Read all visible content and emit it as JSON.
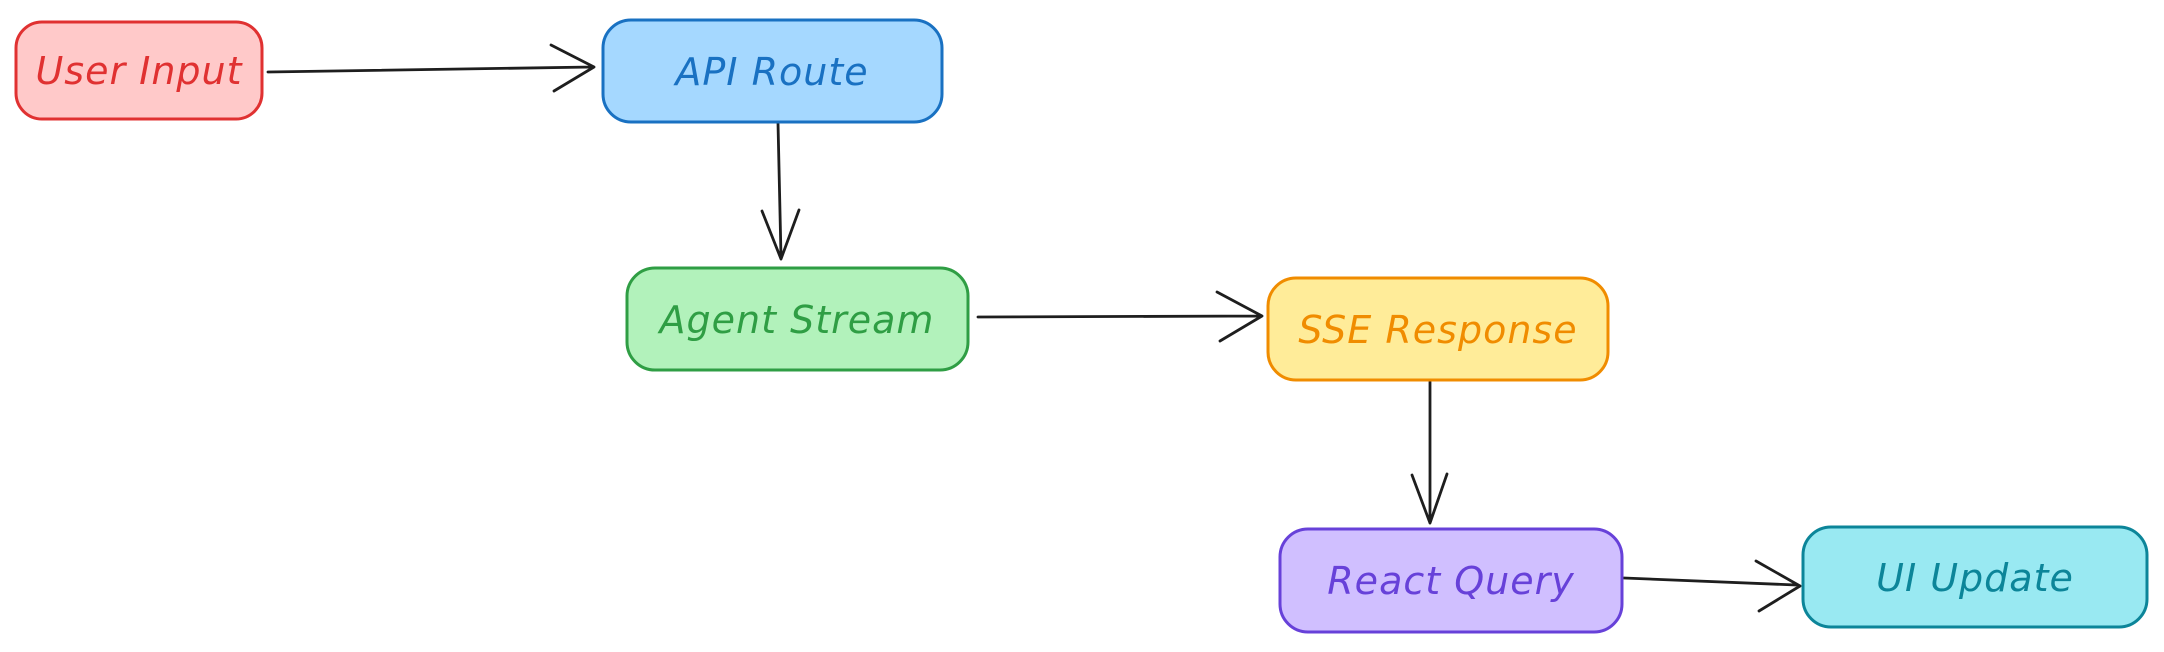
{
  "diagram": {
    "background": "#ffffff",
    "arrow_color": "#1e1e1e",
    "nodes": [
      {
        "id": "user-input",
        "label": "User Input",
        "fill": "#ffc9c9",
        "stroke": "#e03131",
        "text_color": "#e03131"
      },
      {
        "id": "api-route",
        "label": "API Route",
        "fill": "#a5d8ff",
        "stroke": "#1971c2",
        "text_color": "#1971c2"
      },
      {
        "id": "agent-stream",
        "label": "Agent Stream",
        "fill": "#b2f2bb",
        "stroke": "#2f9e44",
        "text_color": "#2f9e44"
      },
      {
        "id": "sse-response",
        "label": "SSE Response",
        "fill": "#ffec99",
        "stroke": "#f08c00",
        "text_color": "#f08c00"
      },
      {
        "id": "react-query",
        "label": "React Query",
        "fill": "#d0bfff",
        "stroke": "#6741d9",
        "text_color": "#6741d9"
      },
      {
        "id": "ui-update",
        "label": "UI Update",
        "fill": "#99e9f2",
        "stroke": "#0c8599",
        "text_color": "#0c8599"
      }
    ],
    "edges": [
      {
        "from": "User Input",
        "to": "API Route",
        "direction": "right"
      },
      {
        "from": "API Route",
        "to": "Agent Stream",
        "direction": "down"
      },
      {
        "from": "Agent Stream",
        "to": "SSE Response",
        "direction": "right"
      },
      {
        "from": "SSE Response",
        "to": "React Query",
        "direction": "down"
      },
      {
        "from": "React Query",
        "to": "UI Update",
        "direction": "right"
      }
    ]
  }
}
